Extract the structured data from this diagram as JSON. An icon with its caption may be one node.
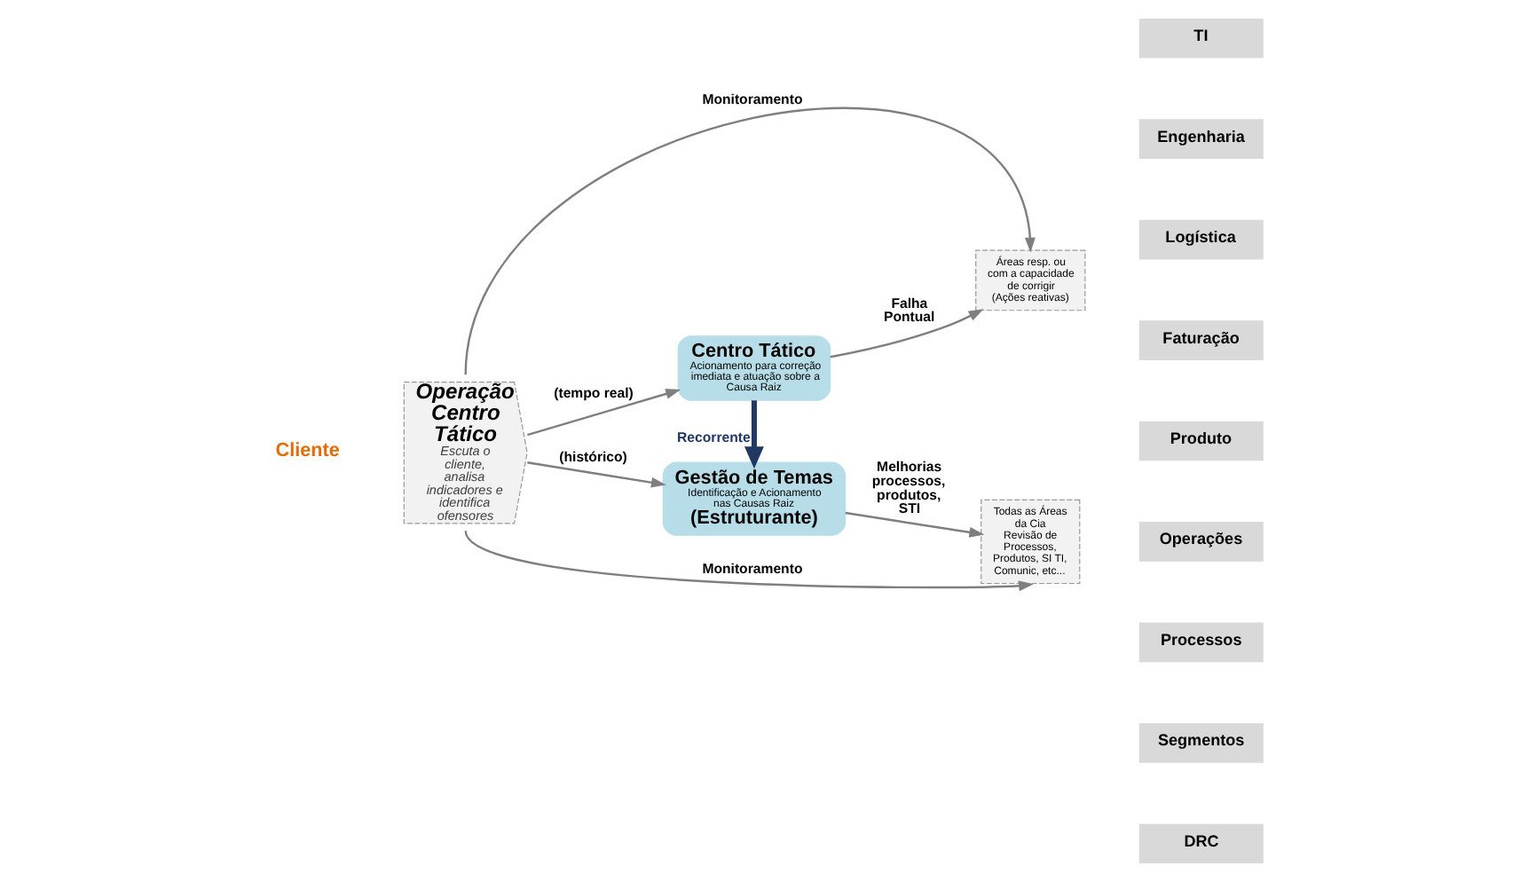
{
  "diagram": {
    "nodes": [
      {
        "text": [
          "Operação Centro Tático",
          "Escuta o cliente, analisa indicadores e identifica ofensores"
        ]
      },
      {
        "text": [
          "Centro Tático",
          "Acionamento para correção imediata e atuação sobre a Causa Raiz"
        ]
      },
      {
        "text": [
          "Gestão de Temas",
          "Identificação e Acionamento nas Causas Raiz",
          "(Estruturante)"
        ]
      },
      {
        "text": [
          "Áreas resp. ou com a capacidade de corrigir",
          "(Ações reativas)"
        ]
      },
      {
        "text": [
          "Todas as Áreas da Cia",
          "Revisão de Processos, Produtos, SI TI, Comunic, etc..."
        ]
      },
      {
        "text": [
          "TI"
        ]
      },
      {
        "text": [
          "Engenharia"
        ]
      },
      {
        "text": [
          "Logística"
        ]
      },
      {
        "text": [
          "Faturação"
        ]
      },
      {
        "text": [
          "Produto"
        ]
      },
      {
        "text": [
          "Operações"
        ]
      },
      {
        "text": [
          "Processos"
        ]
      },
      {
        "text": [
          "Segmentos"
        ]
      },
      {
        "text": [
          "DRC"
        ]
      }
    ],
    "edges": [
      {
        "from": 0,
        "to": 1,
        "arrow": "to",
        "label": "(tempo real)"
      },
      {
        "from": 0,
        "to": 2,
        "arrow": "to",
        "label": "(histórico)"
      },
      {
        "from": 1,
        "to": 3,
        "arrow": "to",
        "label": "Falha Pontual"
      },
      {
        "from": 2,
        "to": 4,
        "arrow": "to",
        "label": "Melhorias processos, produtos, STI"
      },
      {
        "from": 1,
        "to": 2,
        "arrow": "to",
        "label": "Recorrente",
        "style": "thick",
        "color": "#1f3864"
      },
      {
        "from": 0,
        "to": 3,
        "arrow": "to",
        "label": "Monitoramento"
      },
      {
        "from": 0,
        "to": 4,
        "arrow": "to",
        "label": "Monitoramento"
      }
    ],
    "labels": [
      "Cliente"
    ]
  }
}
